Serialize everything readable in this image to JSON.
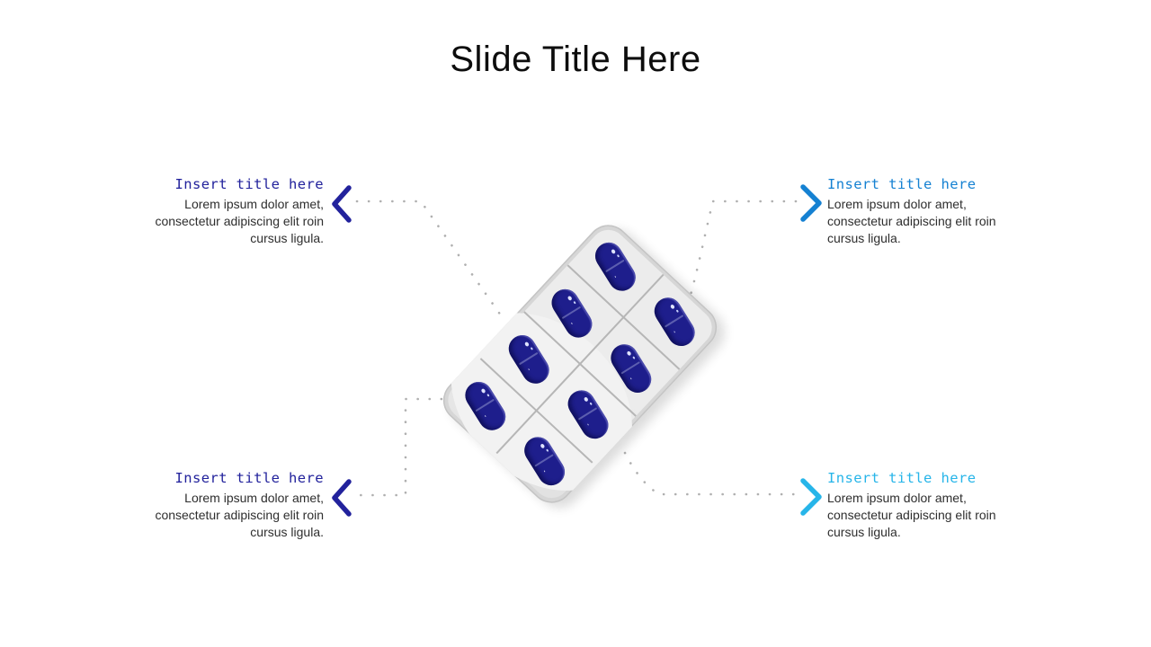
{
  "slide": {
    "title": "Slide Title Here",
    "background_color": "#ffffff"
  },
  "callouts": [
    {
      "position": "top-left",
      "title": "Insert title here",
      "title_color": "#22229c",
      "body_lines": [
        "Lorem ipsum dolor amet,",
        "consectetur adipiscing elit roin",
        "cursus ligula."
      ],
      "chevron_direction": "left",
      "chevron_color": "#22229c"
    },
    {
      "position": "top-right",
      "title": "Insert title here",
      "title_color": "#1581d2",
      "body_lines": [
        "Lorem ipsum dolor amet,",
        "consectetur adipiscing elit roin",
        "cursus ligula."
      ],
      "chevron_direction": "right",
      "chevron_color": "#1581d2"
    },
    {
      "position": "bottom-left",
      "title": "Insert title here",
      "title_color": "#22229c",
      "body_lines": [
        "Lorem ipsum dolor amet,",
        "consectetur adipiscing elit roin",
        "cursus ligula."
      ],
      "chevron_direction": "left",
      "chevron_color": "#22229c"
    },
    {
      "position": "bottom-right",
      "title": "Insert title here",
      "title_color": "#27b5e9",
      "body_lines": [
        "Lorem ipsum dolor amet,",
        "consectetur adipiscing elit roin",
        "cursus ligula."
      ],
      "chevron_direction": "right",
      "chevron_color": "#27b5e9"
    }
  ],
  "connectors": {
    "style": "dotted",
    "color": "#b0b0b0"
  },
  "graphic": {
    "name": "pill-blister-pack",
    "pill_count": 8,
    "grid": "2 columns x 4 rows",
    "rotation_deg": 43,
    "pill_color": "#1e1e8c",
    "pack_color": "#eaeaea",
    "pack_edge_color": "#d6d6d6"
  }
}
